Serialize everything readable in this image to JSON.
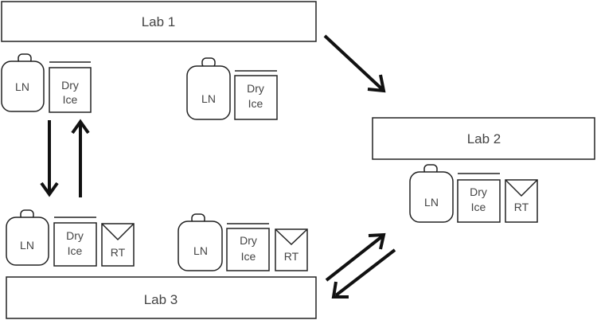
{
  "labs": {
    "lab1": "Lab 1",
    "lab2": "Lab 2",
    "lab3": "Lab 3"
  },
  "containers": {
    "ln": "LN",
    "dry_ice_line1": "Dry",
    "dry_ice_line2": "Ice",
    "rt": "RT"
  }
}
